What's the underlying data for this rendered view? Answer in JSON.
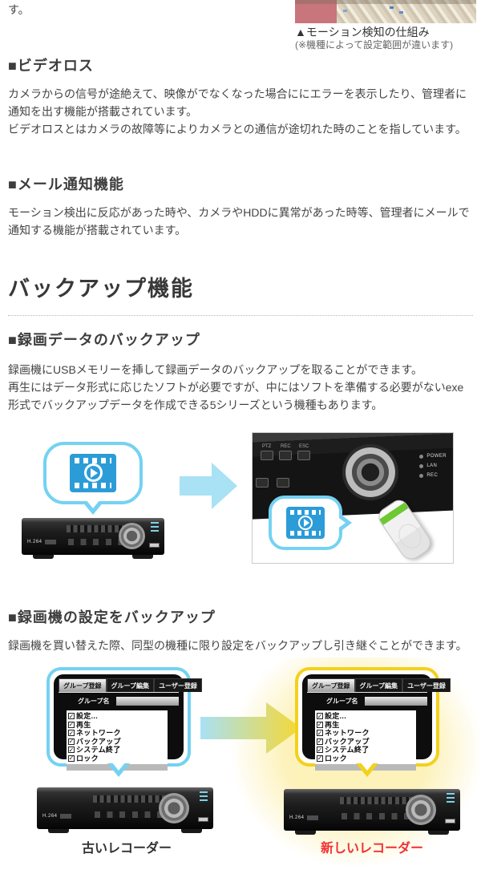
{
  "page": {
    "leading_fragment": "す。"
  },
  "motion_figure": {
    "caption": "▲モーション検知の仕組み",
    "note": "(※機種によって設定範囲が違います)"
  },
  "sections": {
    "videoloss": {
      "heading": "■ビデオロス",
      "body": "カメラからの信号が途絶えて、映像がでなくなった場合ににエラーを表示したり、管理者に通知を出す機能が搭載されています。\nビデオロスとはカメラの故障等によりカメラとの通信が途切れた時のことを指しています。"
    },
    "mail": {
      "heading": "■メール通知機能",
      "body": "モーション検出に反応があった時や、カメラやHDDに異常があった時等、管理者にメールで通知する機能が搭載されています。"
    },
    "backup": {
      "heading": "バックアップ機能"
    },
    "backup_data": {
      "heading": "■録画データのバックアップ",
      "body": "録画機にUSBメモリーを挿して録画データのバックアップを取ることができます。\n再生にはデータ形式に応じたソフトが必要ですが、中にはソフトを準備する必要がないexe形式でバックアップデータを作成できる5シリーズという機種もあります。"
    },
    "backup_settings": {
      "heading": "■録画機の設定をバックアップ",
      "body": "録画機を買い替えた際、同型の機種に限り設定をバックアップし引き継ぐことができます。"
    }
  },
  "device": {
    "codec_label": "H.264"
  },
  "closeup": {
    "panel_labels": [
      "PTZ",
      "REC",
      "ESC"
    ],
    "led_labels": [
      "POWER",
      "LAN",
      "REC"
    ]
  },
  "settings_dialog": {
    "tabs": [
      "グループ登録",
      "グループ編集",
      "ユーザー登録"
    ],
    "field_label": "グループ名",
    "check_glyph": "✓",
    "items": [
      "設定...",
      "再生",
      "ネットワーク",
      "バックアップ",
      "システム終了",
      "ロック"
    ]
  },
  "recorder_labels": {
    "old": "古いレコーダー",
    "new": "新しいレコーダー"
  },
  "colors": {
    "accent_blue": "#2b9cd8",
    "bubble_blue": "#74d2f2",
    "bubble_yellow": "#f3d11c",
    "arrow_blue": "#a9e1f5",
    "arrow_yellow": "#f6d832",
    "label_red": "#f23030"
  }
}
